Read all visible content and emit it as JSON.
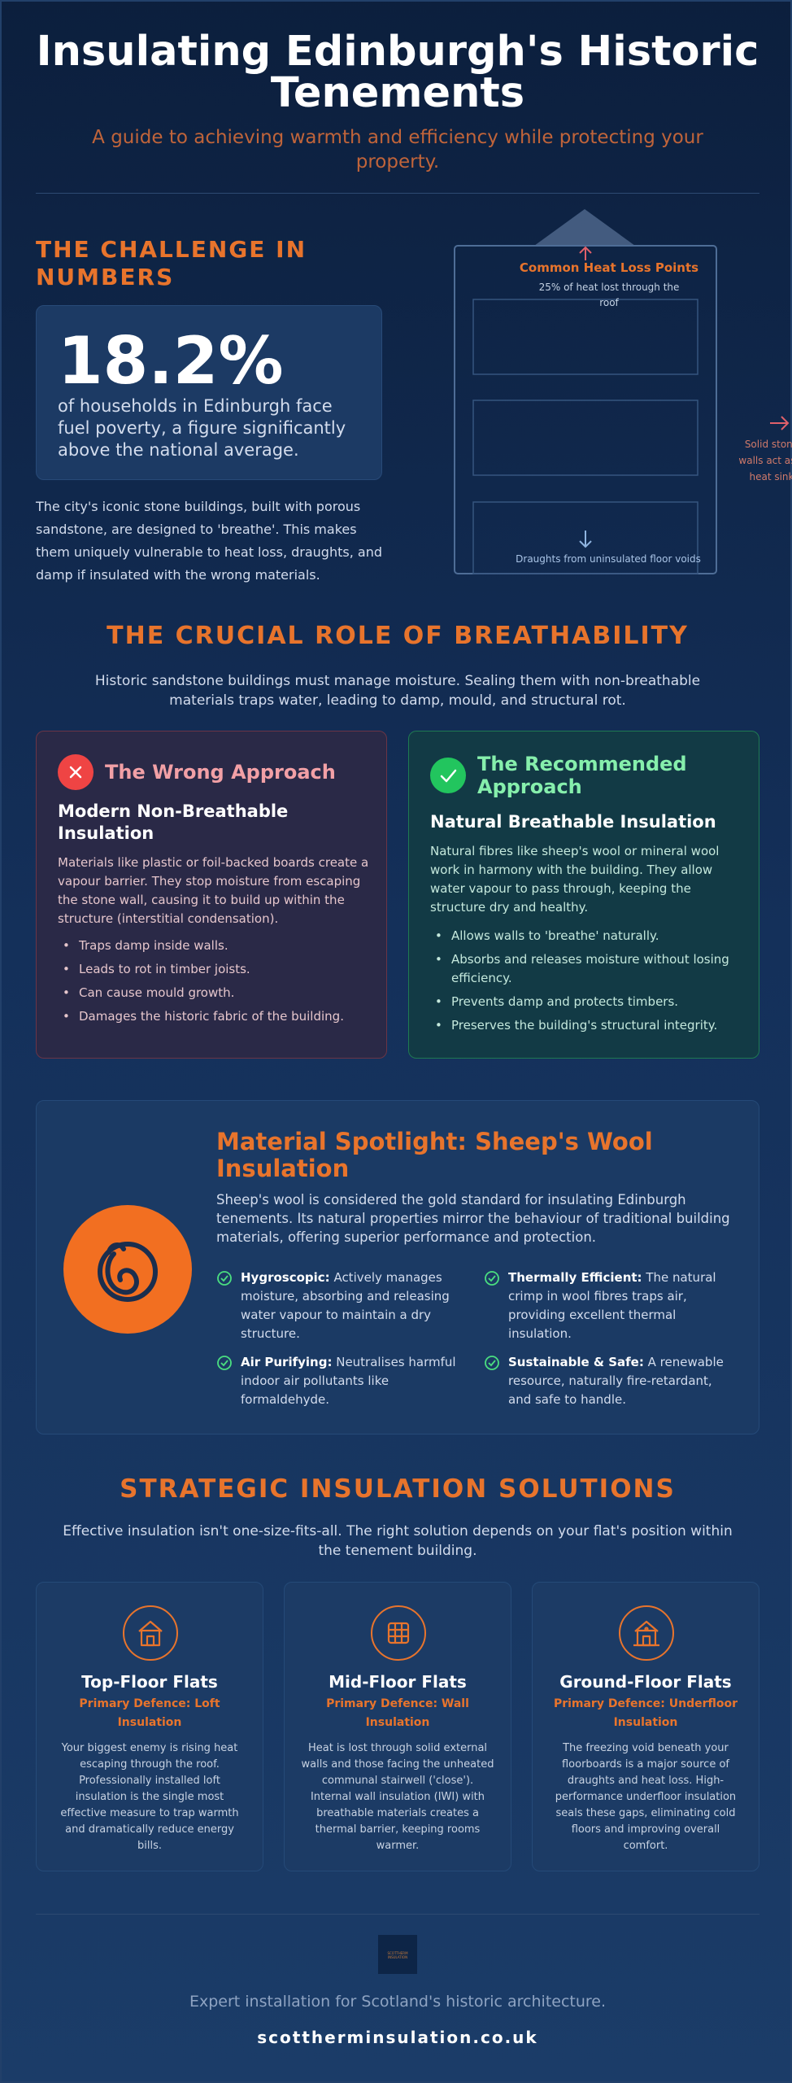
{
  "hero": {
    "title": "Insulating Edinburgh's Historic Tenements",
    "subtitle": "A guide to achieving warmth and efficiency while protecting your property."
  },
  "challenge": {
    "heading": "THE CHALLENGE IN NUMBERS",
    "stat_value": "18.2%",
    "stat_text": "of households in Edinburgh face fuel poverty, a figure significantly above the national average.",
    "paragraph": "The city's iconic stone buildings, built with porous sandstone, are designed to 'breathe'. This makes them uniquely vulnerable to heat loss, draughts, and damp if insulated with the wrong materials."
  },
  "heat_loss": {
    "title": "Common Heat Loss Points",
    "roof_note": "25% of heat lost through the roof",
    "floor_note": "Draughts from uninsulated floor voids",
    "wall_note": "Solid stone walls act as a heat sink"
  },
  "breathability": {
    "heading": "THE CRUCIAL ROLE OF BREATHABILITY",
    "subtitle": "Historic sandstone buildings must manage moisture. Sealing them with non-breathable materials traps water, leading to damp, mould, and structural rot.",
    "wrong": {
      "title": "The Wrong Approach",
      "subtitle": "Modern Non-Breathable Insulation",
      "description": "Materials like plastic or foil-backed boards create a vapour barrier. They stop moisture from escaping the stone wall, causing it to build up within the structure (interstitial condensation).",
      "points": [
        "Traps damp inside walls.",
        "Leads to rot in timber joists.",
        "Can cause mould growth.",
        "Damages the historic fabric of the building."
      ]
    },
    "right": {
      "title": "The Recommended Approach",
      "subtitle": "Natural Breathable Insulation",
      "description": "Natural fibres like sheep's wool or mineral wool work in harmony with the building. They allow water vapour to pass through, keeping the structure dry and healthy.",
      "points": [
        "Allows walls to 'breathe' naturally.",
        "Absorbs and releases moisture without losing efficiency.",
        "Prevents damp and protects timbers.",
        "Preserves the building's structural integrity."
      ]
    }
  },
  "spotlight": {
    "title": "Material Spotlight: Sheep's Wool Insulation",
    "description": "Sheep's wool is considered the gold standard for insulating Edinburgh tenements. Its natural properties mirror the behaviour of traditional building materials, offering superior performance and protection.",
    "features": [
      {
        "label": "Hygroscopic:",
        "text": " Actively manages moisture, absorbing and releasing water vapour to maintain a dry structure."
      },
      {
        "label": "Thermally Efficient:",
        "text": " The natural crimp in wool fibres traps air, providing excellent thermal insulation."
      },
      {
        "label": "Air Purifying:",
        "text": " Neutralises harmful indoor air pollutants like formaldehyde."
      },
      {
        "label": "Sustainable & Safe:",
        "text": " A renewable resource, naturally fire-retardant, and safe to handle."
      }
    ]
  },
  "strategy": {
    "heading": "STRATEGIC INSULATION SOLUTIONS",
    "subtitle": "Effective insulation isn't one-size-fits-all. The right solution depends on your flat's position within the tenement building.",
    "solutions": [
      {
        "title": "Top-Floor Flats",
        "defence": "Primary Defence: Loft Insulation",
        "description": "Your biggest enemy is rising heat escaping through the roof. Professionally installed loft insulation is the single most effective measure to trap warmth and dramatically reduce energy bills.",
        "icon": "home-icon"
      },
      {
        "title": "Mid-Floor Flats",
        "defence": "Primary Defence: Wall Insulation",
        "description": "Heat is lost through solid external walls and those facing the unheated communal stairwell ('close'). Internal wall insulation (IWI) with breathable materials creates a thermal barrier, keeping rooms warmer.",
        "icon": "grid-icon"
      },
      {
        "title": "Ground-Floor Flats",
        "defence": "Primary Defence: Underfloor Insulation",
        "description": "The freezing void beneath your floorboards is a major source of draughts and heat loss. High-performance underfloor insulation seals these gaps, eliminating cold floors and improving overall comfort.",
        "icon": "house-floor-icon"
      }
    ]
  },
  "footer": {
    "logo_text": "SCOTTHERM INSULATION",
    "tagline": "Expert installation for Scotland's historic architecture.",
    "url": "scottherminsulation.co.uk"
  },
  "colors": {
    "accent": "#e8742c",
    "wrong": "#ef4444",
    "right": "#22c55e",
    "background": "#0c1f3d"
  }
}
